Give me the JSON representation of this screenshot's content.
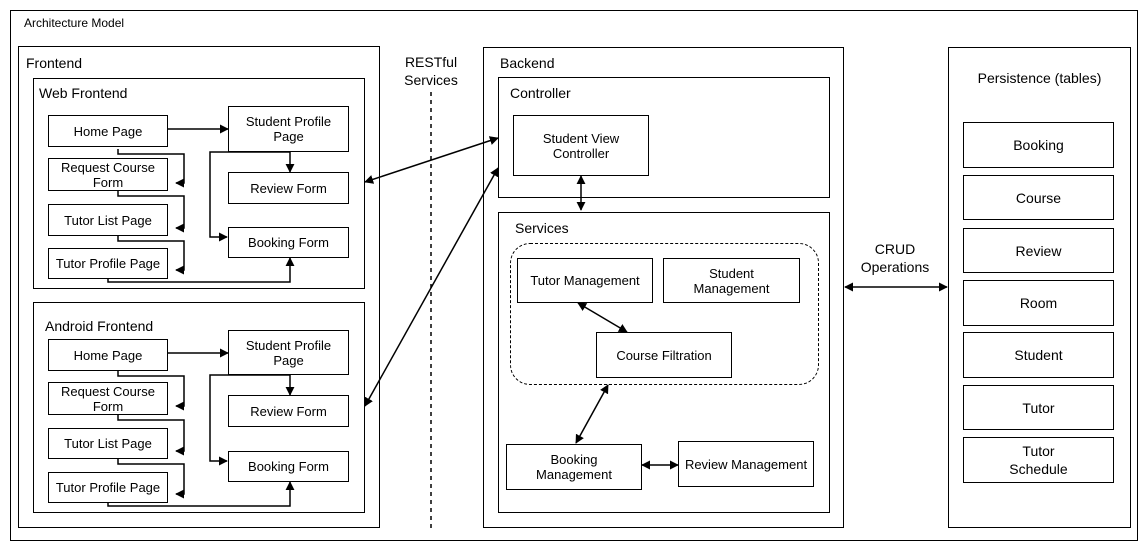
{
  "diagram": {
    "title": "Architecture Model",
    "frontend": {
      "title": "Frontend",
      "web": {
        "title": "Web Frontend",
        "home_page": "Home Page",
        "request_course_form": "Request Course\nForm",
        "tutor_list_page": "Tutor List Page",
        "tutor_profile_page": "Tutor Profile Page",
        "student_profile_page": "Student Profile\nPage",
        "review_form": "Review Form",
        "booking_form": "Booking Form"
      },
      "android": {
        "title": "Android Frontend",
        "home_page": "Home Page",
        "request_course_form": "Request Course\nForm",
        "tutor_list_page": "Tutor List Page",
        "tutor_profile_page": "Tutor Profile Page",
        "student_profile_page": "Student Profile\nPage",
        "review_form": "Review Form",
        "booking_form": "Booking Form"
      }
    },
    "restful_label": "RESTful\nServices",
    "backend": {
      "title": "Backend",
      "controller": {
        "title": "Controller",
        "student_view_controller": "Student View\nController"
      },
      "services": {
        "title": "Services",
        "tutor_management": "Tutor Management",
        "student_management": "Student\nManagement",
        "course_filtration": "Course Filtration",
        "booking_management": "Booking\nManagement",
        "review_management": "Review Management"
      }
    },
    "crud_label": "CRUD\nOperations",
    "persistence": {
      "title": "Persistence (tables)",
      "tables": [
        "Booking",
        "Course",
        "Review",
        "Room",
        "Student",
        "Tutor",
        "Tutor\nSchedule"
      ]
    }
  }
}
